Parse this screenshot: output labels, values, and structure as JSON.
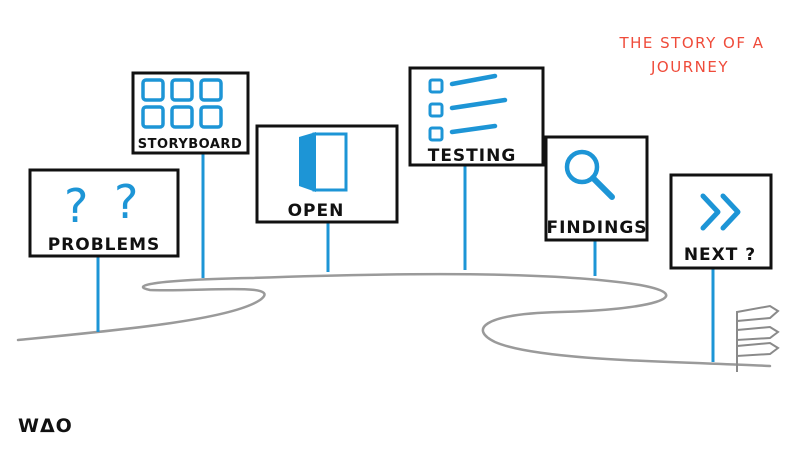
{
  "title": {
    "line1": "THE STORY OF A",
    "line2": "JOURNEY"
  },
  "logo": "WΔO",
  "signs": [
    {
      "label": "PROBLEMS",
      "icon": "question-marks-icon"
    },
    {
      "label": "STORYBOARD",
      "icon": "storyboard-grid-icon"
    },
    {
      "label": "OPEN",
      "icon": "open-door-icon"
    },
    {
      "label": "TESTING",
      "icon": "checklist-icon"
    },
    {
      "label": "FINDINGS",
      "icon": "magnifying-glass-icon"
    },
    {
      "label": "NEXT ?",
      "icon": "fast-forward-icon"
    }
  ],
  "colors": {
    "accent_blue": "#1d95d6",
    "title_red": "#ef4b3a",
    "ink": "#111111",
    "road_gray": "#9a9a9a"
  }
}
